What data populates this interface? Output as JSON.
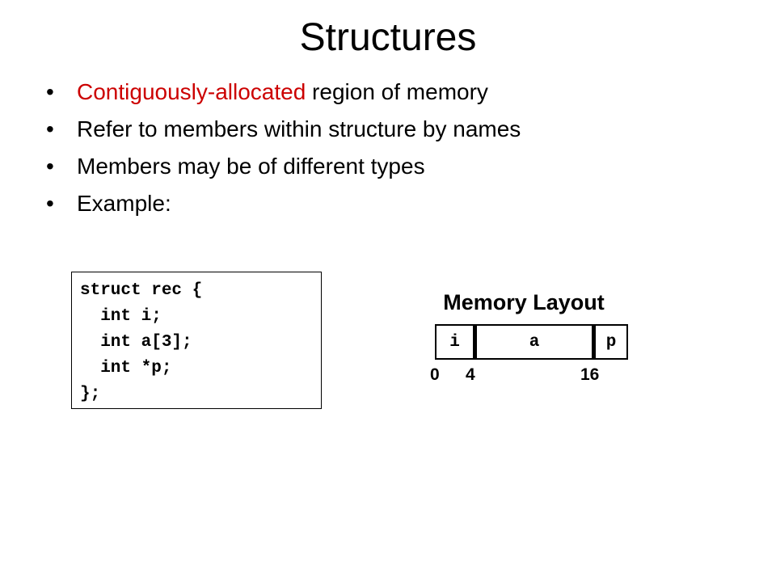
{
  "slide": {
    "title": "Structures"
  },
  "bullets": [
    {
      "symbol": "•",
      "highlight": "Contiguously-allocated",
      "text": " region of memory"
    },
    {
      "symbol": "•",
      "text": "Refer to members within structure by names"
    },
    {
      "symbol": "•",
      "text": "Members may be of different types"
    },
    {
      "symbol": "•",
      "text": "Example:"
    }
  ],
  "colors": {
    "highlight": "#cc0000",
    "text": "#000000",
    "background": "#ffffff"
  },
  "code": {
    "lines": [
      "struct rec {",
      "  int i;",
      "  int a[3];",
      "  int *p;",
      "};"
    ]
  },
  "memory_layout": {
    "title": "Memory Layout",
    "cells": [
      "i",
      "a",
      "p"
    ],
    "offsets": [
      "0",
      "4",
      "16"
    ]
  }
}
